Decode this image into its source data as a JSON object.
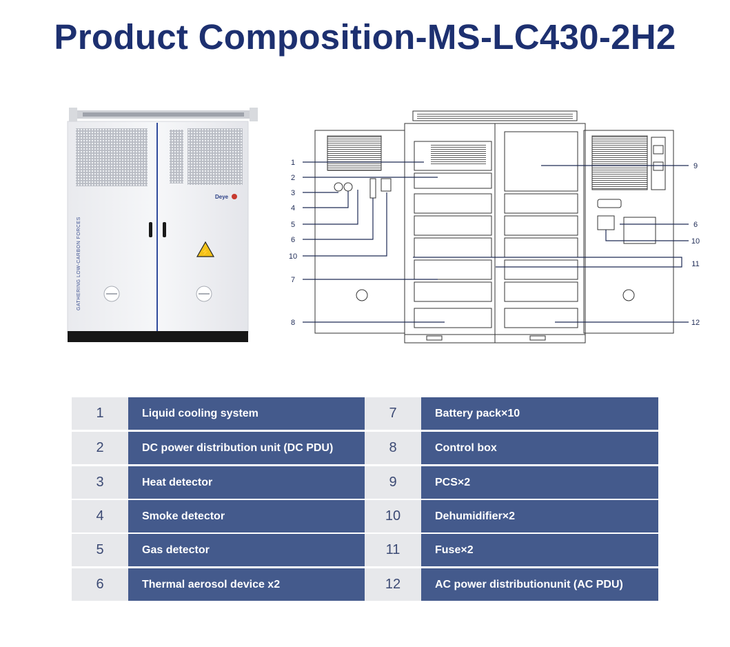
{
  "title": "Product Composition-MS-LC430-2H2",
  "photo": {
    "brand": "Deye",
    "side_text": "GATHERING LOW-CARBON FORCES"
  },
  "diagram": {
    "callouts_left": [
      "1",
      "2",
      "3",
      "4",
      "5",
      "6",
      "10",
      "7",
      "8"
    ],
    "callouts_right": [
      "9",
      "6",
      "10",
      "11",
      "12"
    ]
  },
  "components": [
    {
      "left": {
        "num": "1",
        "label": "Liquid cooling system"
      },
      "right": {
        "num": "7",
        "label": "Battery pack×10"
      }
    },
    {
      "left": {
        "num": "2",
        "label": "DC power distribution unit (DC PDU)"
      },
      "right": {
        "num": "8",
        "label": "Control box"
      }
    },
    {
      "left": {
        "num": "3",
        "label": "Heat detector"
      },
      "right": {
        "num": "9",
        "label": "PCS×2"
      }
    },
    {
      "left": {
        "num": "4",
        "label": "Smoke detector"
      },
      "right": {
        "num": "10",
        "label": "Dehumidifier×2"
      }
    },
    {
      "left": {
        "num": "5",
        "label": "Gas detector"
      },
      "right": {
        "num": "11",
        "label": "Fuse×2"
      }
    },
    {
      "left": {
        "num": "6",
        "label": "Thermal aerosol device x2"
      },
      "right": {
        "num": "12",
        "label": "AC power distributionunit (AC PDU)"
      }
    }
  ],
  "colors": {
    "title": "#1d3070",
    "label_cell": "#445a8c",
    "num_cell": "#e7e8eb"
  }
}
